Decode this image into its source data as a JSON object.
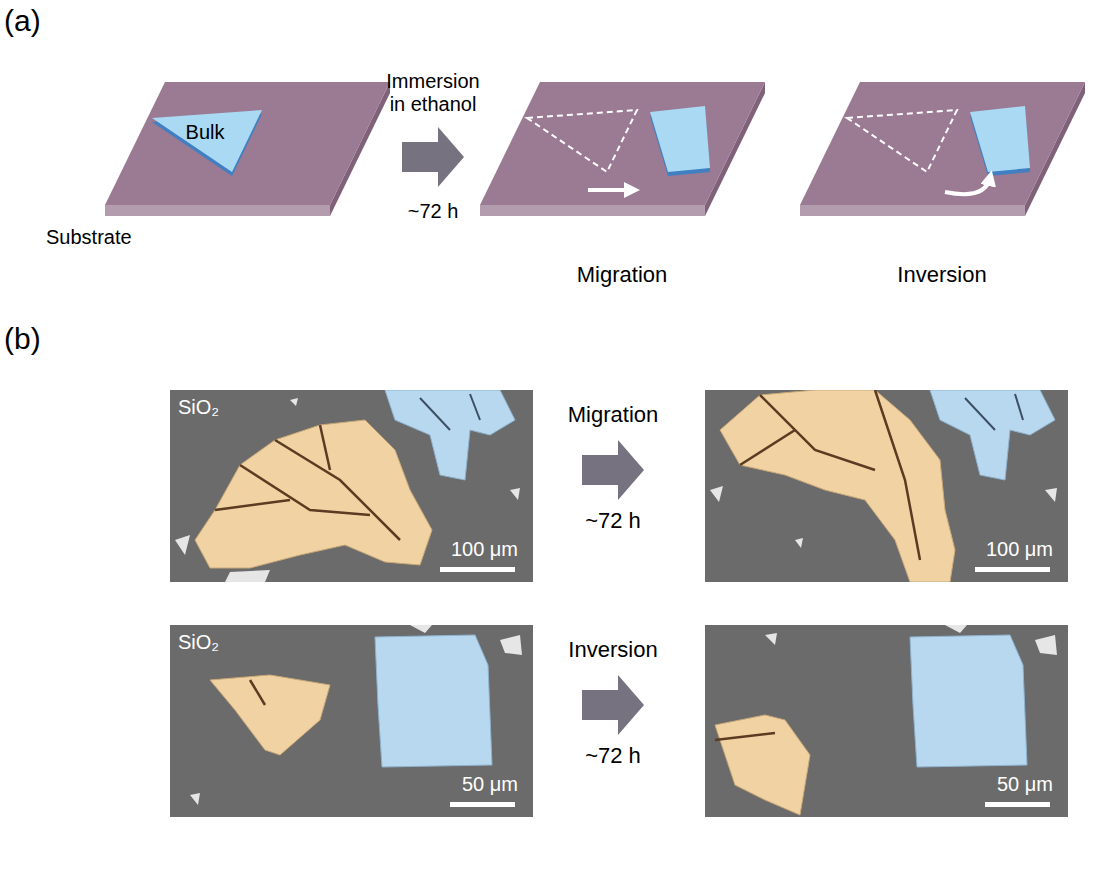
{
  "diagram": {
    "labels": [
      "(a)",
      "Bulk",
      "Substrate",
      "Immersion in ethanol",
      "~72 h",
      "Migration",
      "Inversion",
      "(b)",
      "SiO₂",
      "100 μm",
      "Migration",
      "~72 h",
      "100 μm",
      "SiO₂",
      "50 μm",
      "Inversion",
      "~72 h",
      "50 μm"
    ]
  }
}
